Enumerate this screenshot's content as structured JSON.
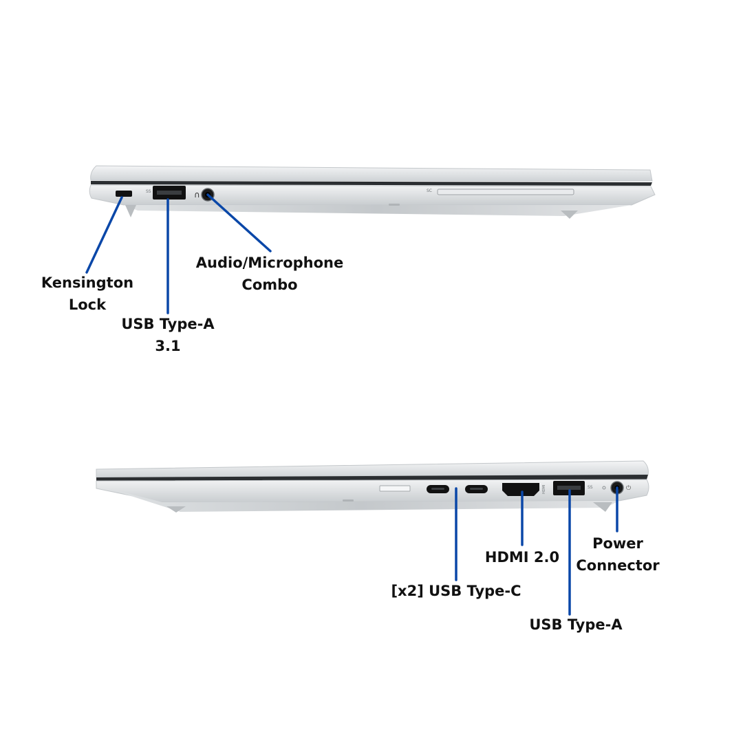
{
  "colors": {
    "background": "#ffffff",
    "callout_line": "#0a47a8",
    "chassis_light": "#eceef0",
    "chassis_mid": "#d6d9dc",
    "chassis_dark": "#b8bcc0",
    "seam": "#2b2e31",
    "port_dark": "#111111"
  },
  "left_side": {
    "small_marks": {
      "usb": "SS",
      "sc": "SC"
    },
    "callouts": {
      "kensington": {
        "line1": "Kensington",
        "line2": "Lock"
      },
      "usb_a": {
        "line1": "USB Type-A",
        "line2": "3.1"
      },
      "audio": {
        "line1": "Audio/Microphone",
        "line2": "Combo"
      }
    }
  },
  "right_side": {
    "small_marks": {
      "usb": "SS",
      "hdmi": "HDMI"
    },
    "callouts": {
      "usb_c": {
        "line1": "[x2] USB Type-C"
      },
      "hdmi": {
        "line1": "HDMI 2.0"
      },
      "power": {
        "line1": "Power",
        "line2": "Connector"
      },
      "usb_a": {
        "line1": "USB Type-A"
      }
    }
  }
}
